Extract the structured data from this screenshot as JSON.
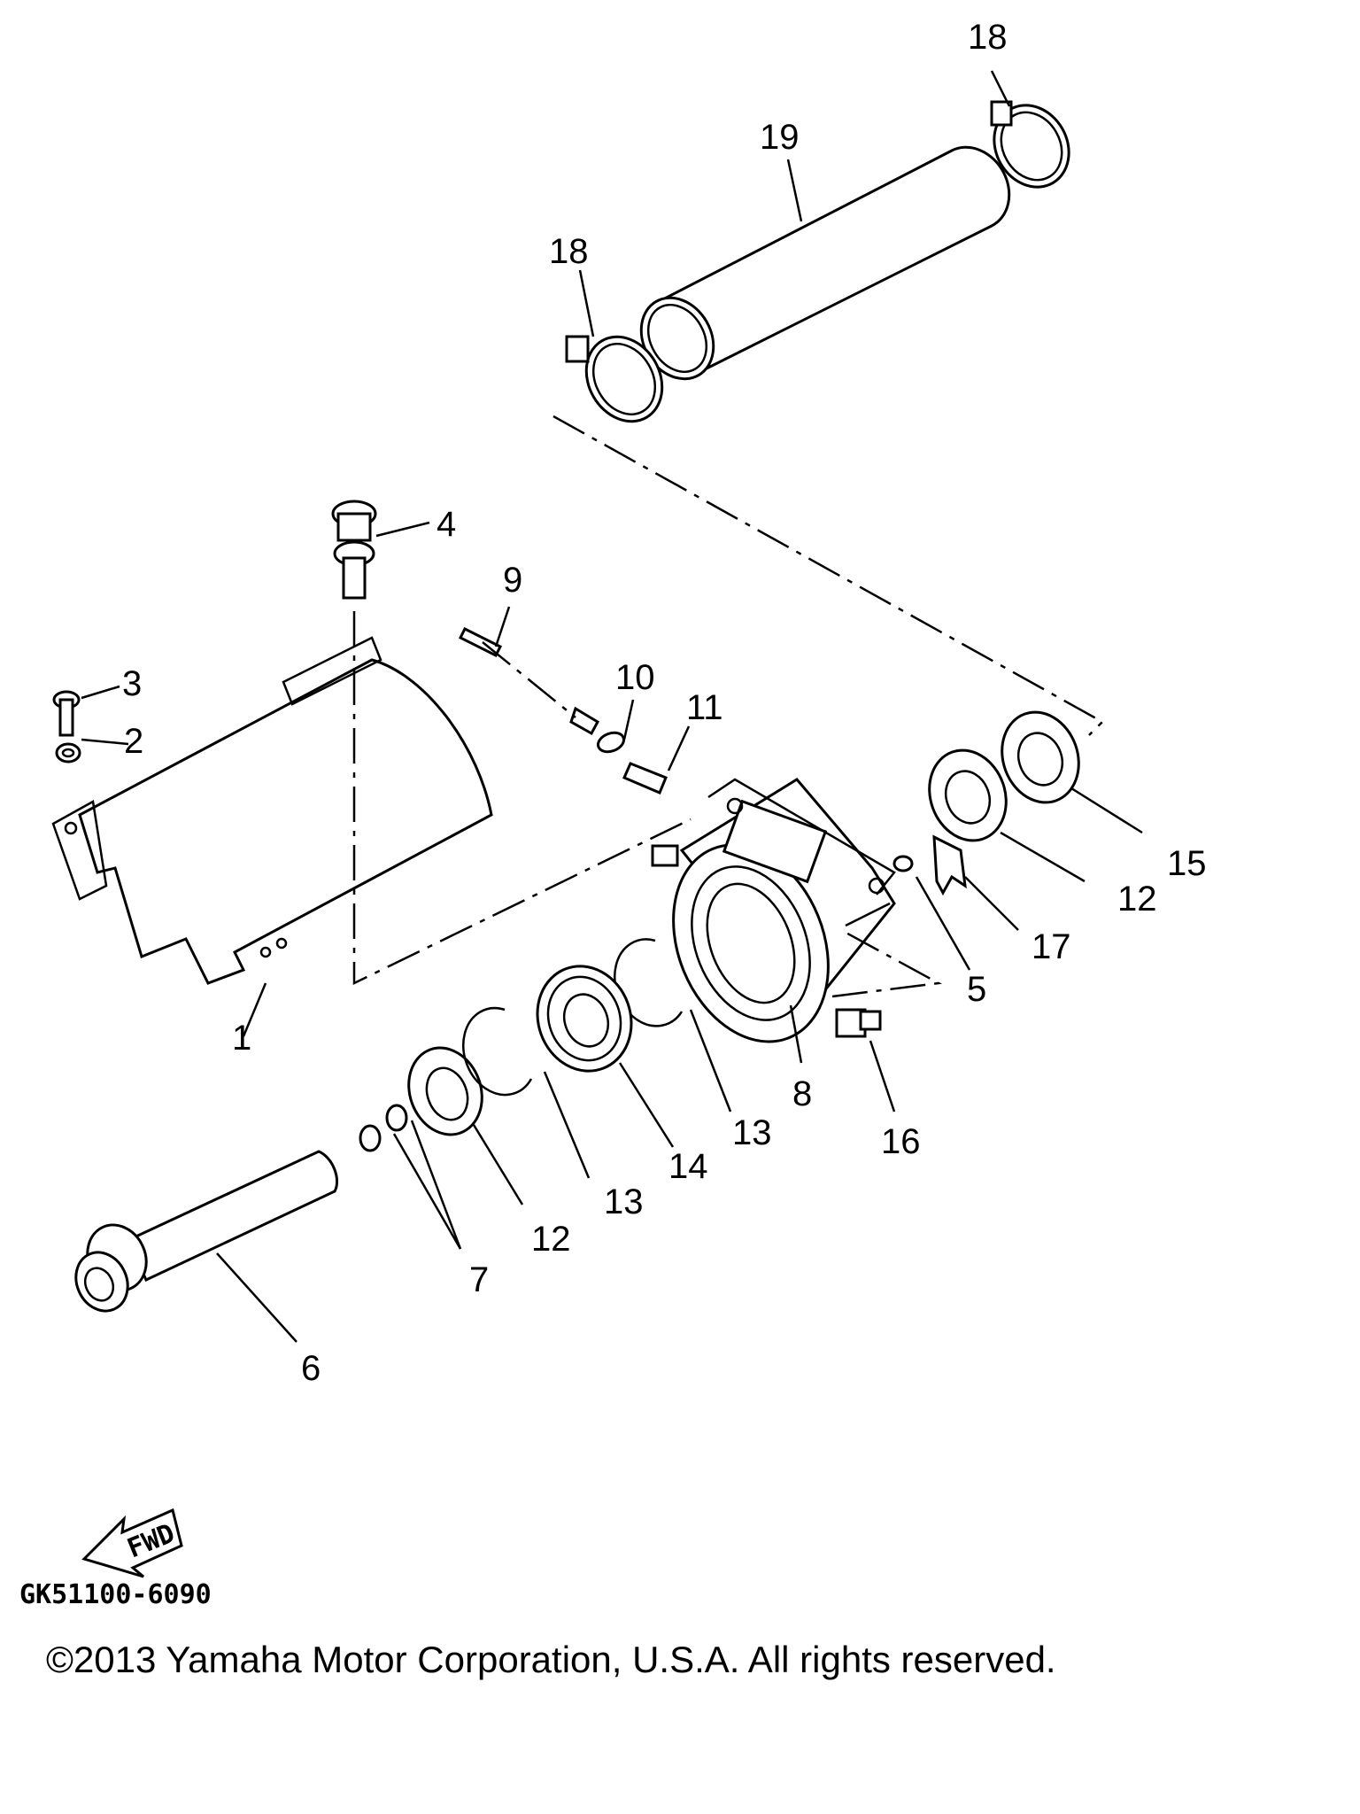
{
  "diagram": {
    "callouts": [
      "1",
      "2",
      "3",
      "4",
      "5",
      "6",
      "7",
      "8",
      "9",
      "10",
      "11",
      "12",
      "12",
      "13",
      "13",
      "14",
      "15",
      "16",
      "17",
      "18",
      "18",
      "19"
    ],
    "fwd_label": "FWD",
    "drawing_code": "GK51100-6090",
    "copyright": "©2013 Yamaha Motor Corporation, U.S.A. All rights reserved."
  }
}
